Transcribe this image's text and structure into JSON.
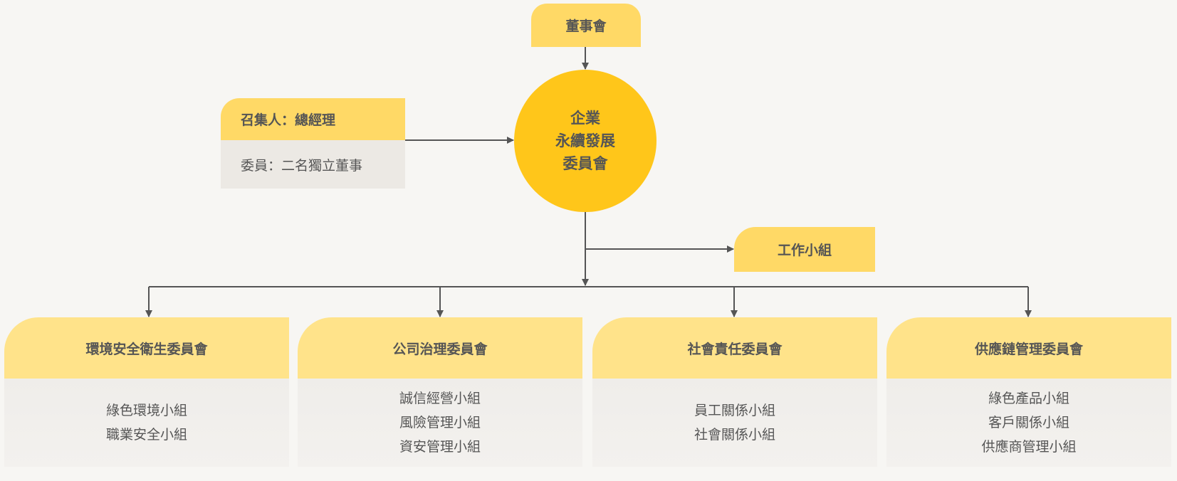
{
  "board": "董事會",
  "center": {
    "lines": [
      "企業",
      "永續發展",
      "委員會"
    ]
  },
  "convener": {
    "title": "召集人：總經理",
    "members": "委員：二名獨立董事"
  },
  "working_group": "工作小組",
  "committees": [
    {
      "title": "環境安全衛生委員會",
      "groups": [
        "綠色環境小組",
        "職業安全小組"
      ]
    },
    {
      "title": "公司治理委員會",
      "groups": [
        "誠信經營小組",
        "風險管理小組",
        "資安管理小組"
      ]
    },
    {
      "title": "社會責任委員會",
      "groups": [
        "員工關係小組",
        "社會關係小組"
      ]
    },
    {
      "title": "供應鏈管理委員會",
      "groups": [
        "綠色產品小組",
        "客戶關係小組",
        "供應商管理小組"
      ]
    }
  ],
  "colors": {
    "header": "#ffd966",
    "circle": "#ffc61a",
    "sub_header": "#ffe38a",
    "line": "#555555"
  }
}
